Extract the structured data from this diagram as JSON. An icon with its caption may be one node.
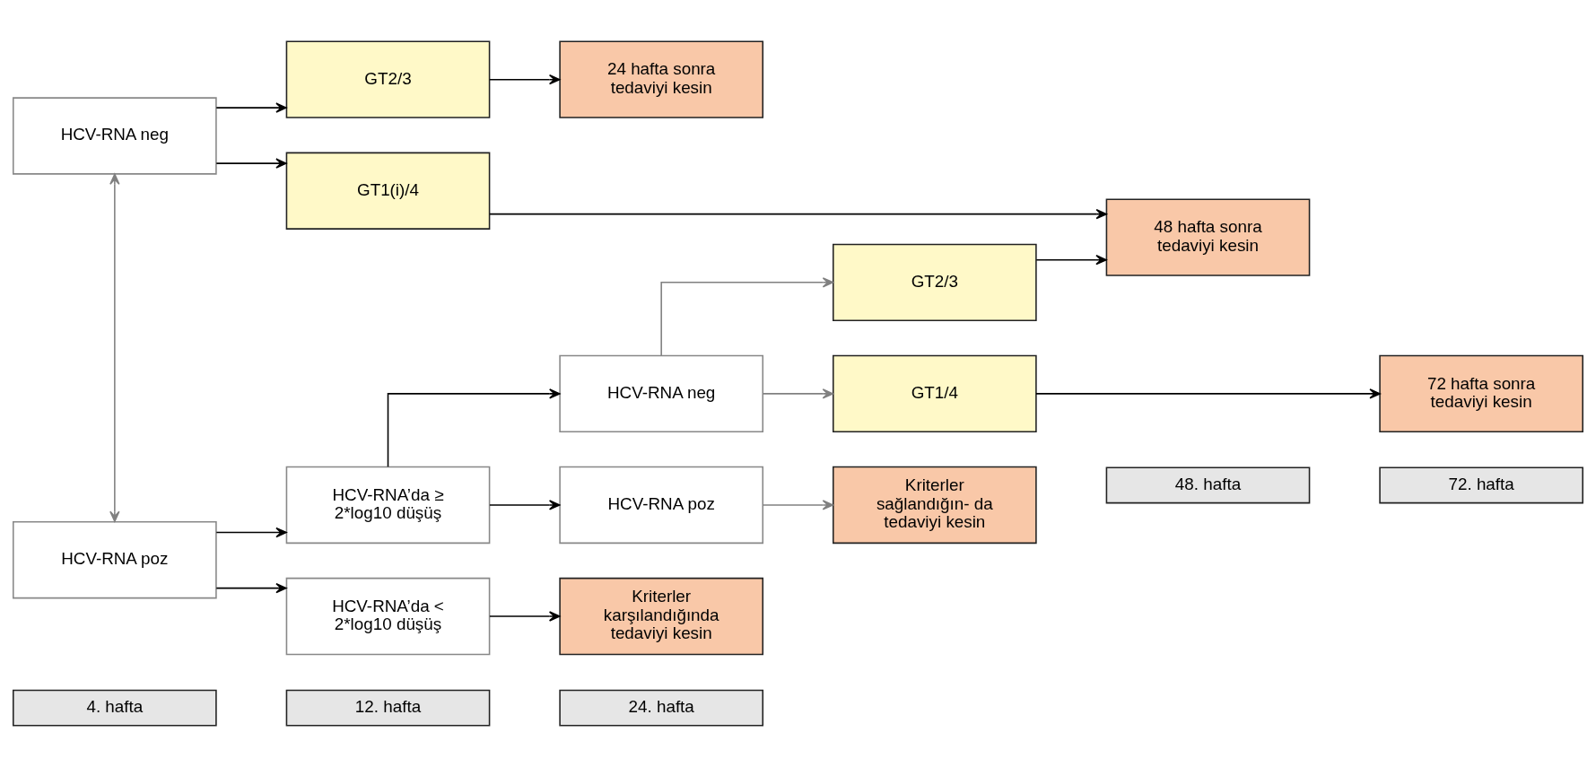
{
  "diagram": {
    "nodes": [
      {
        "text": [
          "4. hafta"
        ]
      },
      {
        "text": [
          "12. hafta"
        ]
      },
      {
        "text": [
          "24. hafta"
        ]
      },
      {
        "text": [
          "48. hafta"
        ]
      },
      {
        "text": [
          "72. hafta"
        ]
      },
      {
        "text": [
          "GT2/3"
        ]
      },
      {
        "text": [
          "24 hafta sonra tedaviyi kesin"
        ]
      },
      {
        "text": [
          "HCV-RNA neg"
        ]
      },
      {
        "text": [
          "GT1(i)/4"
        ]
      },
      {
        "text": [
          "48 hafta sonra tedaviyi kesin"
        ]
      },
      {
        "text": [
          "HCV-RNA neg"
        ]
      },
      {
        "text": [
          "GT2/3"
        ]
      },
      {
        "text": [
          "HCV-RNA’da ≥ 2*log10 düşüş"
        ]
      },
      {
        "text": [
          "GT1/4"
        ]
      },
      {
        "text": [
          "72 hafta sonra tedaviyi kesin"
        ]
      },
      {
        "text": [
          "HCV-RNA poz"
        ]
      },
      {
        "text": [
          "HCV-RNA poz"
        ]
      },
      {
        "text": [
          "Kriterler sağlandığın- da tedaviyi kesin"
        ]
      },
      {
        "text": [
          "HCV-RNA’da < 2*log10 düşüş"
        ]
      },
      {
        "text": [
          "Kriterler karşılandığında tedaviyi kesin"
        ]
      }
    ],
    "edges": [
      {
        "from": 7,
        "to": 15,
        "arrow": "both",
        "color": "#808080"
      },
      {
        "from": 7,
        "to": 5,
        "arrow": "to"
      },
      {
        "from": 7,
        "to": 8,
        "arrow": "to"
      },
      {
        "from": 5,
        "to": 6,
        "arrow": "to"
      },
      {
        "from": 8,
        "to": 9,
        "arrow": "to"
      },
      {
        "from": 10,
        "to": 11,
        "arrow": "to",
        "color": "#808080"
      },
      {
        "from": 10,
        "to": 13,
        "arrow": "to",
        "color": "#808080"
      },
      {
        "from": 11,
        "to": 9,
        "arrow": "to"
      },
      {
        "from": 13,
        "to": 14,
        "arrow": "to"
      },
      {
        "from": 15,
        "to": 12,
        "arrow": "to"
      },
      {
        "from": 15,
        "to": 18,
        "arrow": "to"
      },
      {
        "from": 12,
        "to": 10,
        "arrow": "to"
      },
      {
        "from": 12,
        "to": 16,
        "arrow": "to"
      },
      {
        "from": 16,
        "to": 17,
        "arrow": "to",
        "color": "#808080"
      },
      {
        "from": 18,
        "to": 19,
        "arrow": "to"
      }
    ]
  }
}
